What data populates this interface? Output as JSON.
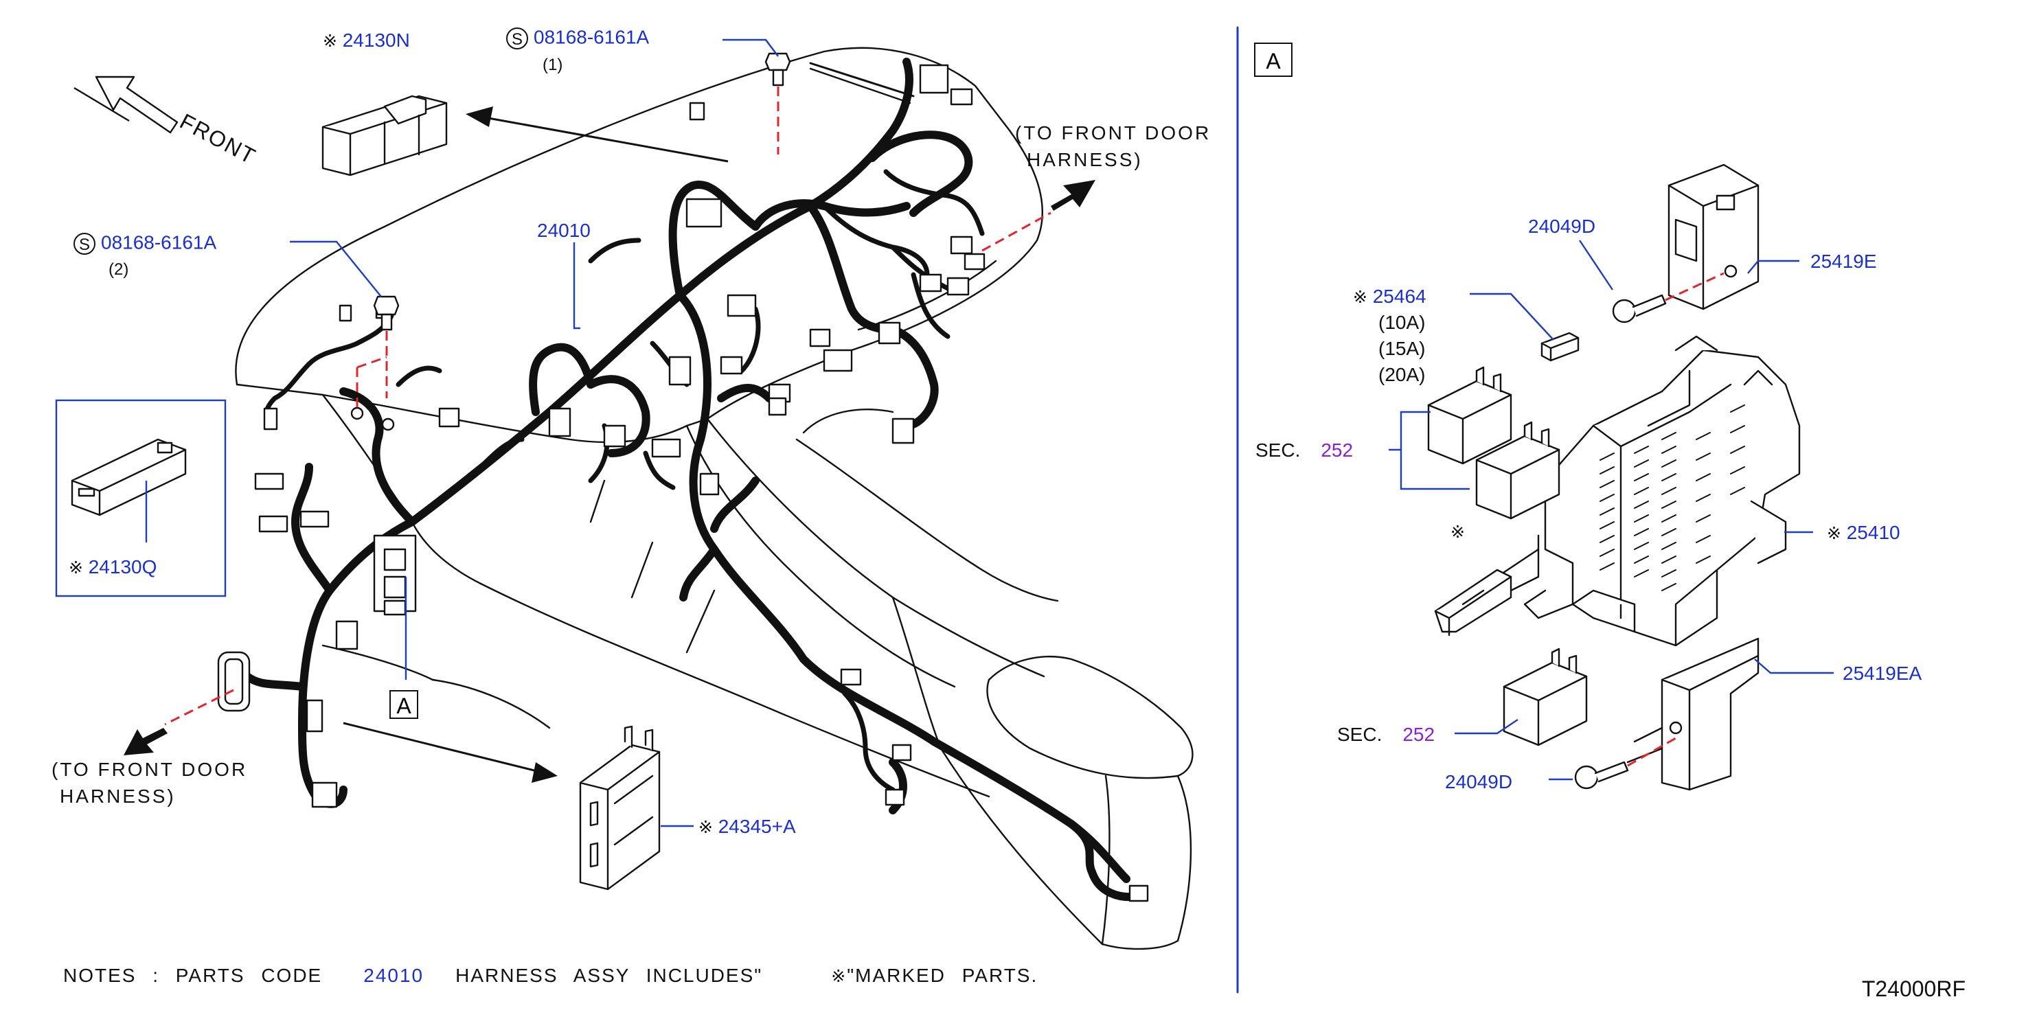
{
  "colors": {
    "part_number": "#1a2fd0",
    "section_ref": "#8a1fd6",
    "leader": "#1c3ec2",
    "dashed": "#e0262c"
  },
  "main_view": {
    "front": "FRONT",
    "to_front_door_right": [
      "(TO FRONT DOOR",
      "HARNESS)"
    ],
    "to_front_door_left": [
      "(TO FRONT DOOR",
      "HARNESS)"
    ],
    "detail_ref_label": "A"
  },
  "parts": {
    "p24130N": {
      "mark": "※",
      "number": "24130N"
    },
    "bolt1": {
      "symbol": "S",
      "number": "08168-6161A",
      "qty": "(1)"
    },
    "bolt2": {
      "symbol": "S",
      "number": "08168-6161A",
      "qty": "(2)"
    },
    "harness": {
      "number": "24010"
    },
    "p24130Q": {
      "mark": "※",
      "number": "24130Q"
    },
    "p24345A": {
      "mark": "※",
      "number": "24345+A"
    }
  },
  "detail_a": {
    "label": "A",
    "p24049D_top": {
      "number": "24049D"
    },
    "p25419E": {
      "number": "25419E"
    },
    "p25464": {
      "mark": "※",
      "number": "25464",
      "ratings": [
        "(10A)",
        "(15A)",
        "(20A)"
      ]
    },
    "sec_top": {
      "prefix": "SEC.",
      "ref": "252"
    },
    "clip_mark": "※",
    "p25410": {
      "mark": "※",
      "number": "25410"
    },
    "p25419EA": {
      "number": "25419EA"
    },
    "sec_bottom": {
      "prefix": "SEC.",
      "ref": "252"
    },
    "p24049D_bottom": {
      "number": "24049D"
    }
  },
  "notes": {
    "prefix": "NOTES : PARTS CODE",
    "code": "24010",
    "middle": "HARNESS ASSY INCLUDES\"",
    "mark": "※",
    "suffix": "\"MARKED PARTS."
  },
  "diagram_code": "T24000RF"
}
